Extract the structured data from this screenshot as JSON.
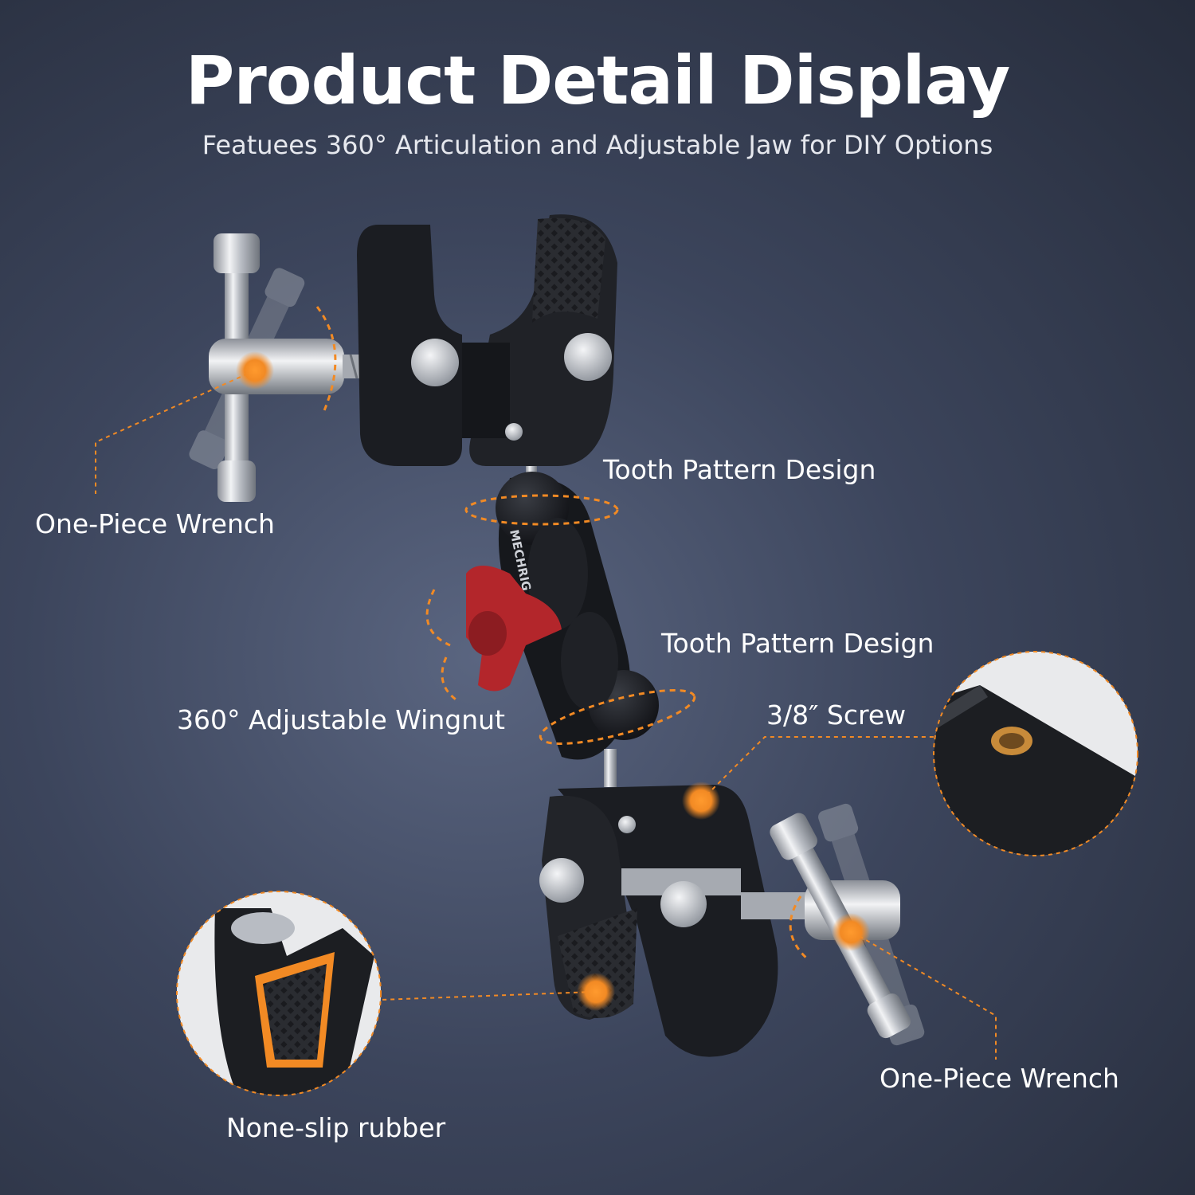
{
  "header": {
    "title": "Product Detail Display",
    "subtitle": "Featuees 360° Articulation and Adjustable Jaw for DIY Options"
  },
  "callouts": {
    "wrench_top": "One-Piece Wrench",
    "tooth_top": "Tooth Pattern Design",
    "tooth_middle": "Tooth Pattern Design",
    "wingnut": "360° Adjustable Wingnut",
    "screw": "3/8″  Screw",
    "rubber": "None-slip rubber",
    "wrench_bottom": "One-Piece Wrench"
  },
  "product": {
    "brand_mark": "MECHRIG"
  },
  "colors": {
    "accent": "#f5902a",
    "wingnut": "#b3262b",
    "clamp": "#1b1d22",
    "metal": "#c9ccd2"
  }
}
